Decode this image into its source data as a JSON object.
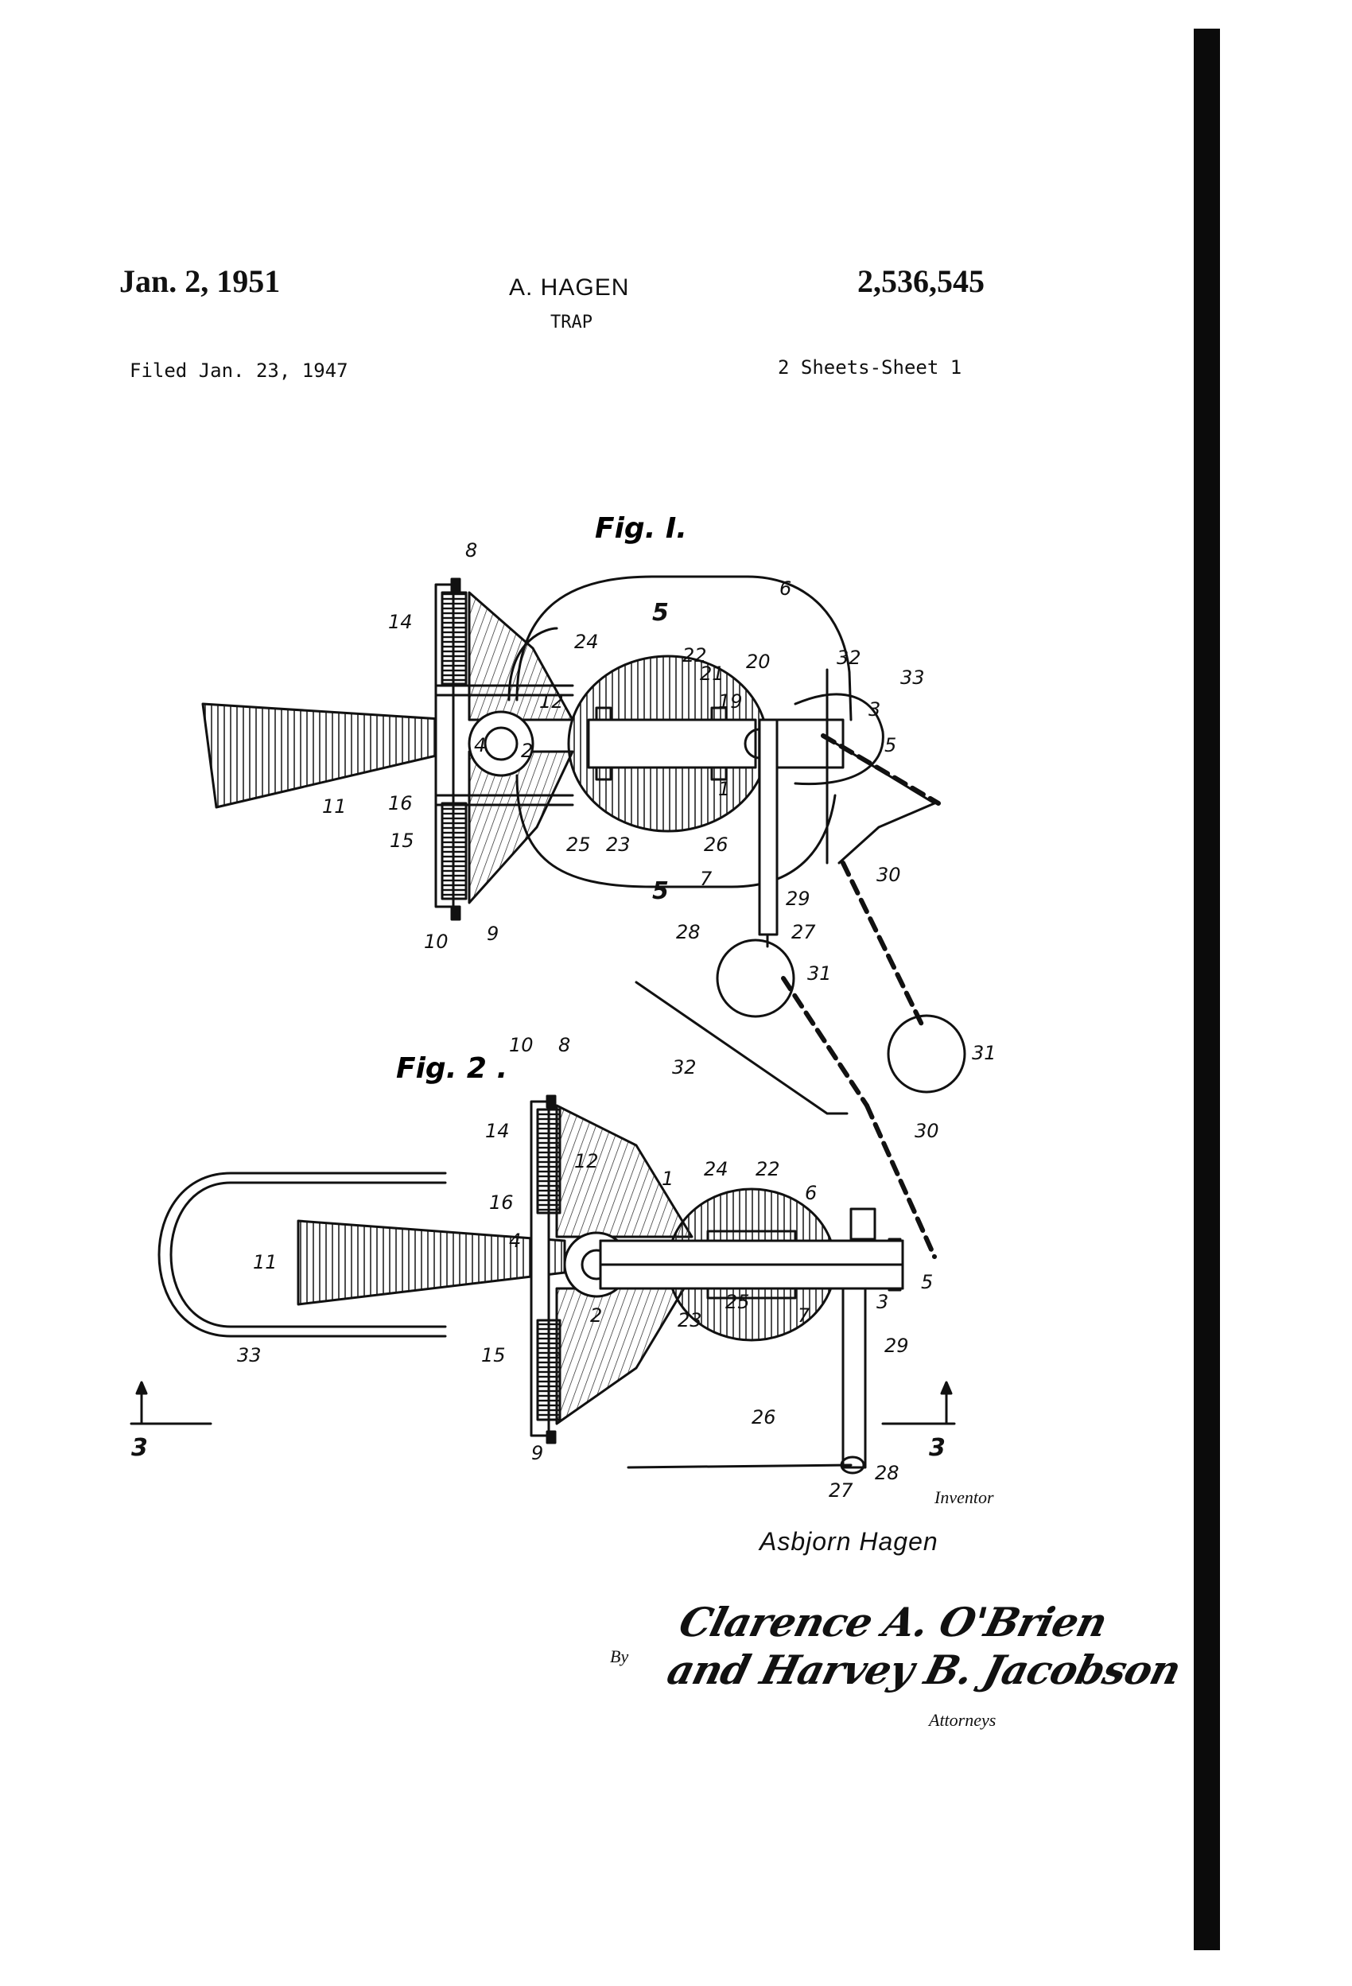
{
  "header": {
    "date": "Jan. 2, 1951",
    "inventor_name": "A. HAGEN",
    "title": "TRAP",
    "patent_number": "2,536,545",
    "filed": "Filed Jan. 23, 1947",
    "sheets": "2 Sheets-Sheet 1"
  },
  "figures": {
    "fig1_label": "Fig. I.",
    "fig2_label": "Fig. 2 ."
  },
  "fig1_refs": [
    "8",
    "14",
    "6",
    "5",
    "24",
    "22",
    "21",
    "20",
    "32",
    "33",
    "12",
    "19",
    "3",
    "5",
    "4",
    "2",
    "11",
    "16",
    "1",
    "15",
    "25",
    "23",
    "26",
    "30",
    "5",
    "7",
    "29",
    "10",
    "9",
    "28",
    "27",
    "31",
    "31"
  ],
  "fig2_refs": [
    "10",
    "8",
    "32",
    "14",
    "30",
    "12",
    "24",
    "22",
    "6",
    "16",
    "1",
    "4",
    "5",
    "11",
    "2",
    "25",
    "3",
    "23",
    "7",
    "33",
    "15",
    "29",
    "26",
    "3",
    "9",
    "27",
    "28",
    "3"
  ],
  "signatures": {
    "inventor_label": "Inventor",
    "inventor_signature": "Asbjorn Hagen",
    "by_label": "By",
    "attorney_signature_line1": "Clarence A. O'Brien",
    "attorney_signature_line2": "and Harvey B. Jacobson",
    "attorneys_label": "Attorneys"
  }
}
